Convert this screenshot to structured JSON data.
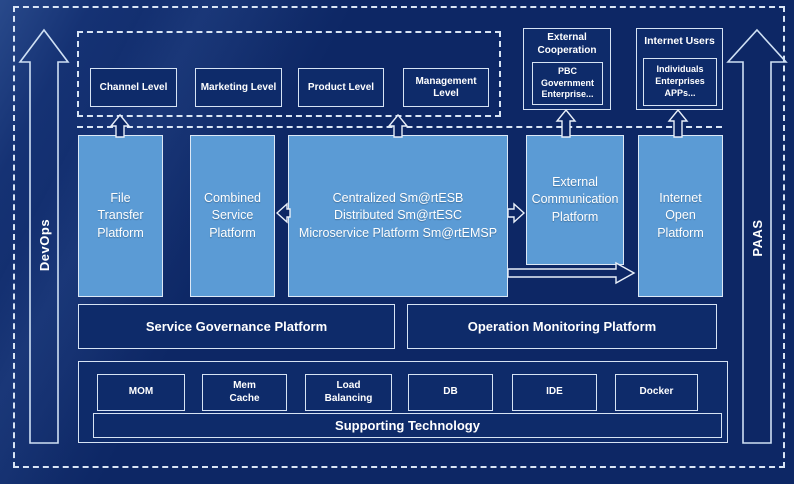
{
  "colors": {
    "background": "#0d2765",
    "box_light_fill": "#5b9bd5",
    "box_dark_fill": "#0e2b6a",
    "border_light": "#d6e3f4",
    "text": "#ffffff"
  },
  "rails": {
    "devops": "DevOps",
    "paas": "PAAS"
  },
  "levels": {
    "channel": "Channel Level",
    "marketing": "Marketing Level",
    "product": "Product Level",
    "management": "Management Level"
  },
  "external_cooperation": {
    "title": "External\nCooperation",
    "body": "PBC Government\nEnterprise..."
  },
  "internet_users": {
    "title": "Internet Users",
    "body": "Individuals\nEnterprises\nAPPs..."
  },
  "platforms": {
    "file_transfer": "File\nTransfer\nPlatform",
    "combined_service": "Combined\nService\nPlatform",
    "esb": "Centralized Sm@rtESB\nDistributed Sm@rtESC\nMicroservice Platform Sm@rtEMSP",
    "external_communication": "External\nCommunication\nPlatform",
    "internet_open": "Internet\nOpen\nPlatform"
  },
  "governance": {
    "service": "Service Governance Platform",
    "operation": "Operation Monitoring Platform"
  },
  "technology": {
    "items": [
      "MOM",
      "Mem\nCache",
      "Load\nBalancing",
      "DB",
      "IDE",
      "Docker"
    ],
    "footer": "Supporting Technology"
  }
}
